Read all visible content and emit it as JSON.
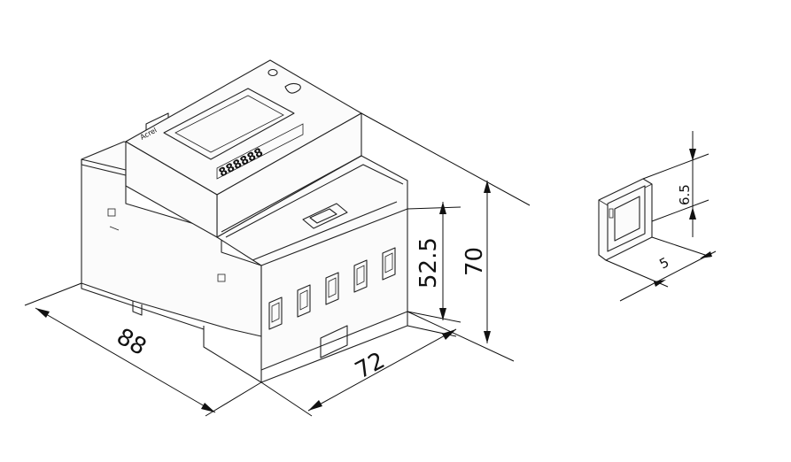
{
  "dimensions": {
    "width": "88",
    "depth": "72",
    "height_total": "70",
    "height_body": "52.5",
    "terminal_height": "6.5",
    "terminal_width": "5"
  },
  "labels": {
    "brand": "Acrel",
    "display_text": "888888"
  },
  "colors": {
    "line": "#222222",
    "background": "#ffffff"
  }
}
